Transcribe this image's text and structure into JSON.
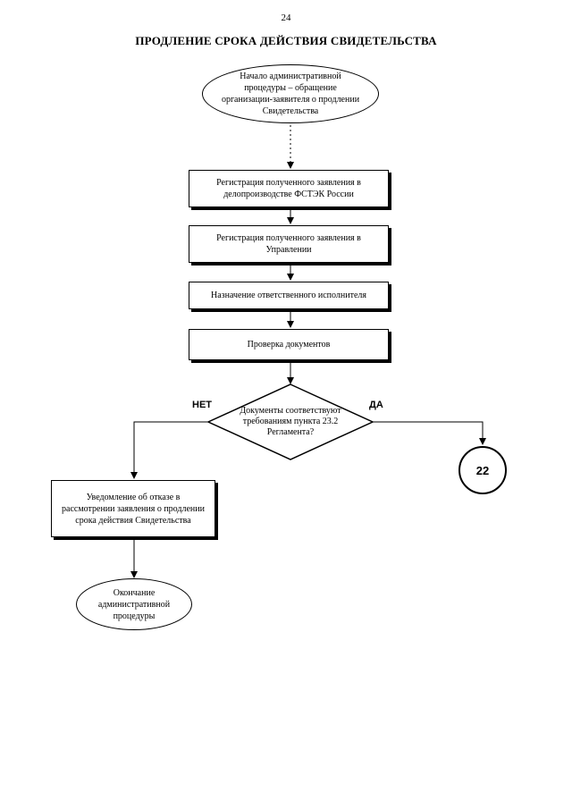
{
  "page": {
    "number": "24",
    "title": "ПРОДЛЕНИЕ СРОКА ДЕЙСТВИЯ СВИДЕТЕЛЬСТВА"
  },
  "flowchart": {
    "start": "Начало административной процедуры – обращение организации-заявителя о продлении Свидетельства",
    "step1": "Регистрация полученного заявления в делопроизводстве ФСТЭК России",
    "step2": "Регистрация полученного заявления в Управлении",
    "step3": "Назначение ответственного исполнителя",
    "step4": "Проверка документов",
    "decision": "Документы соответствуют требованиям пункта 23.2 Регламента?",
    "branch_no": "НЕТ",
    "branch_yes": "ДА",
    "refusal": "Уведомление об отказе в рассмотрении заявления о продлении срока действия Свидетельства",
    "end": "Окончание административной процедуры",
    "connector": "22"
  }
}
